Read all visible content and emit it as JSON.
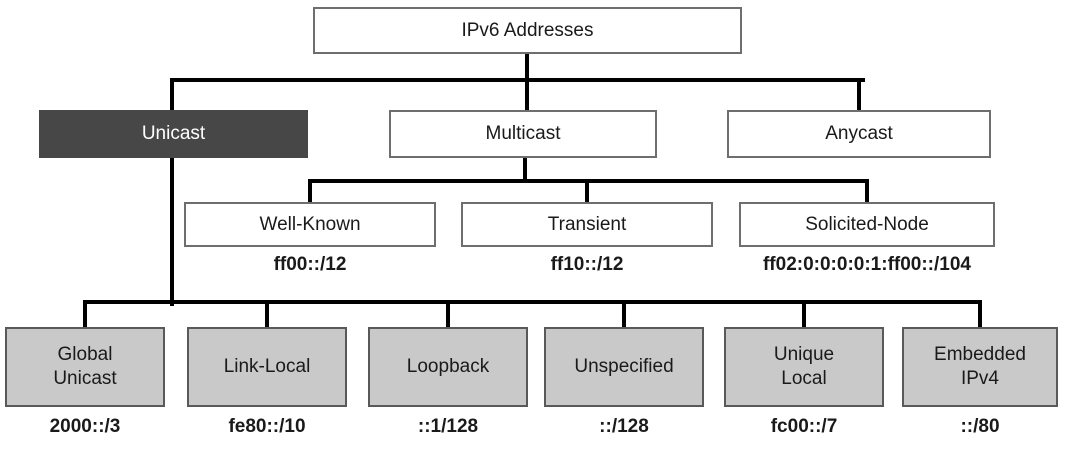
{
  "diagram_title": "IPv6 Addresses",
  "colors": {
    "line": "#000000",
    "box_border": "#6e6e6e",
    "gray_box_border": "#595959",
    "dark_box_fill": "#474747",
    "dark_box_text": "#ffffff",
    "gray_box_fill": "#c9c9c9",
    "text": "#1a1a1a",
    "background": "#ffffff"
  },
  "root": {
    "label": "IPv6 Addresses"
  },
  "address_types": [
    {
      "label": "Unicast",
      "highlighted": true
    },
    {
      "label": "Multicast",
      "highlighted": false
    },
    {
      "label": "Anycast",
      "highlighted": false
    }
  ],
  "multicast_children": [
    {
      "label": "Well-Known",
      "prefix": "ff00::/12"
    },
    {
      "label": "Transient",
      "prefix": "ff10::/12"
    },
    {
      "label": "Solicited-Node",
      "prefix": "ff02:0:0:0:0:1:ff00::/104"
    }
  ],
  "unicast_children": [
    {
      "label": "Global\nUnicast",
      "prefix": "2000::/3"
    },
    {
      "label": "Link-Local",
      "prefix": "fe80::/10"
    },
    {
      "label": "Loopback",
      "prefix": "::1/128"
    },
    {
      "label": "Unspecified",
      "prefix": "::/128"
    },
    {
      "label": "Unique\nLocal",
      "prefix": "fc00::/7"
    },
    {
      "label": "Embedded\nIPv4",
      "prefix": "::/80"
    }
  ]
}
